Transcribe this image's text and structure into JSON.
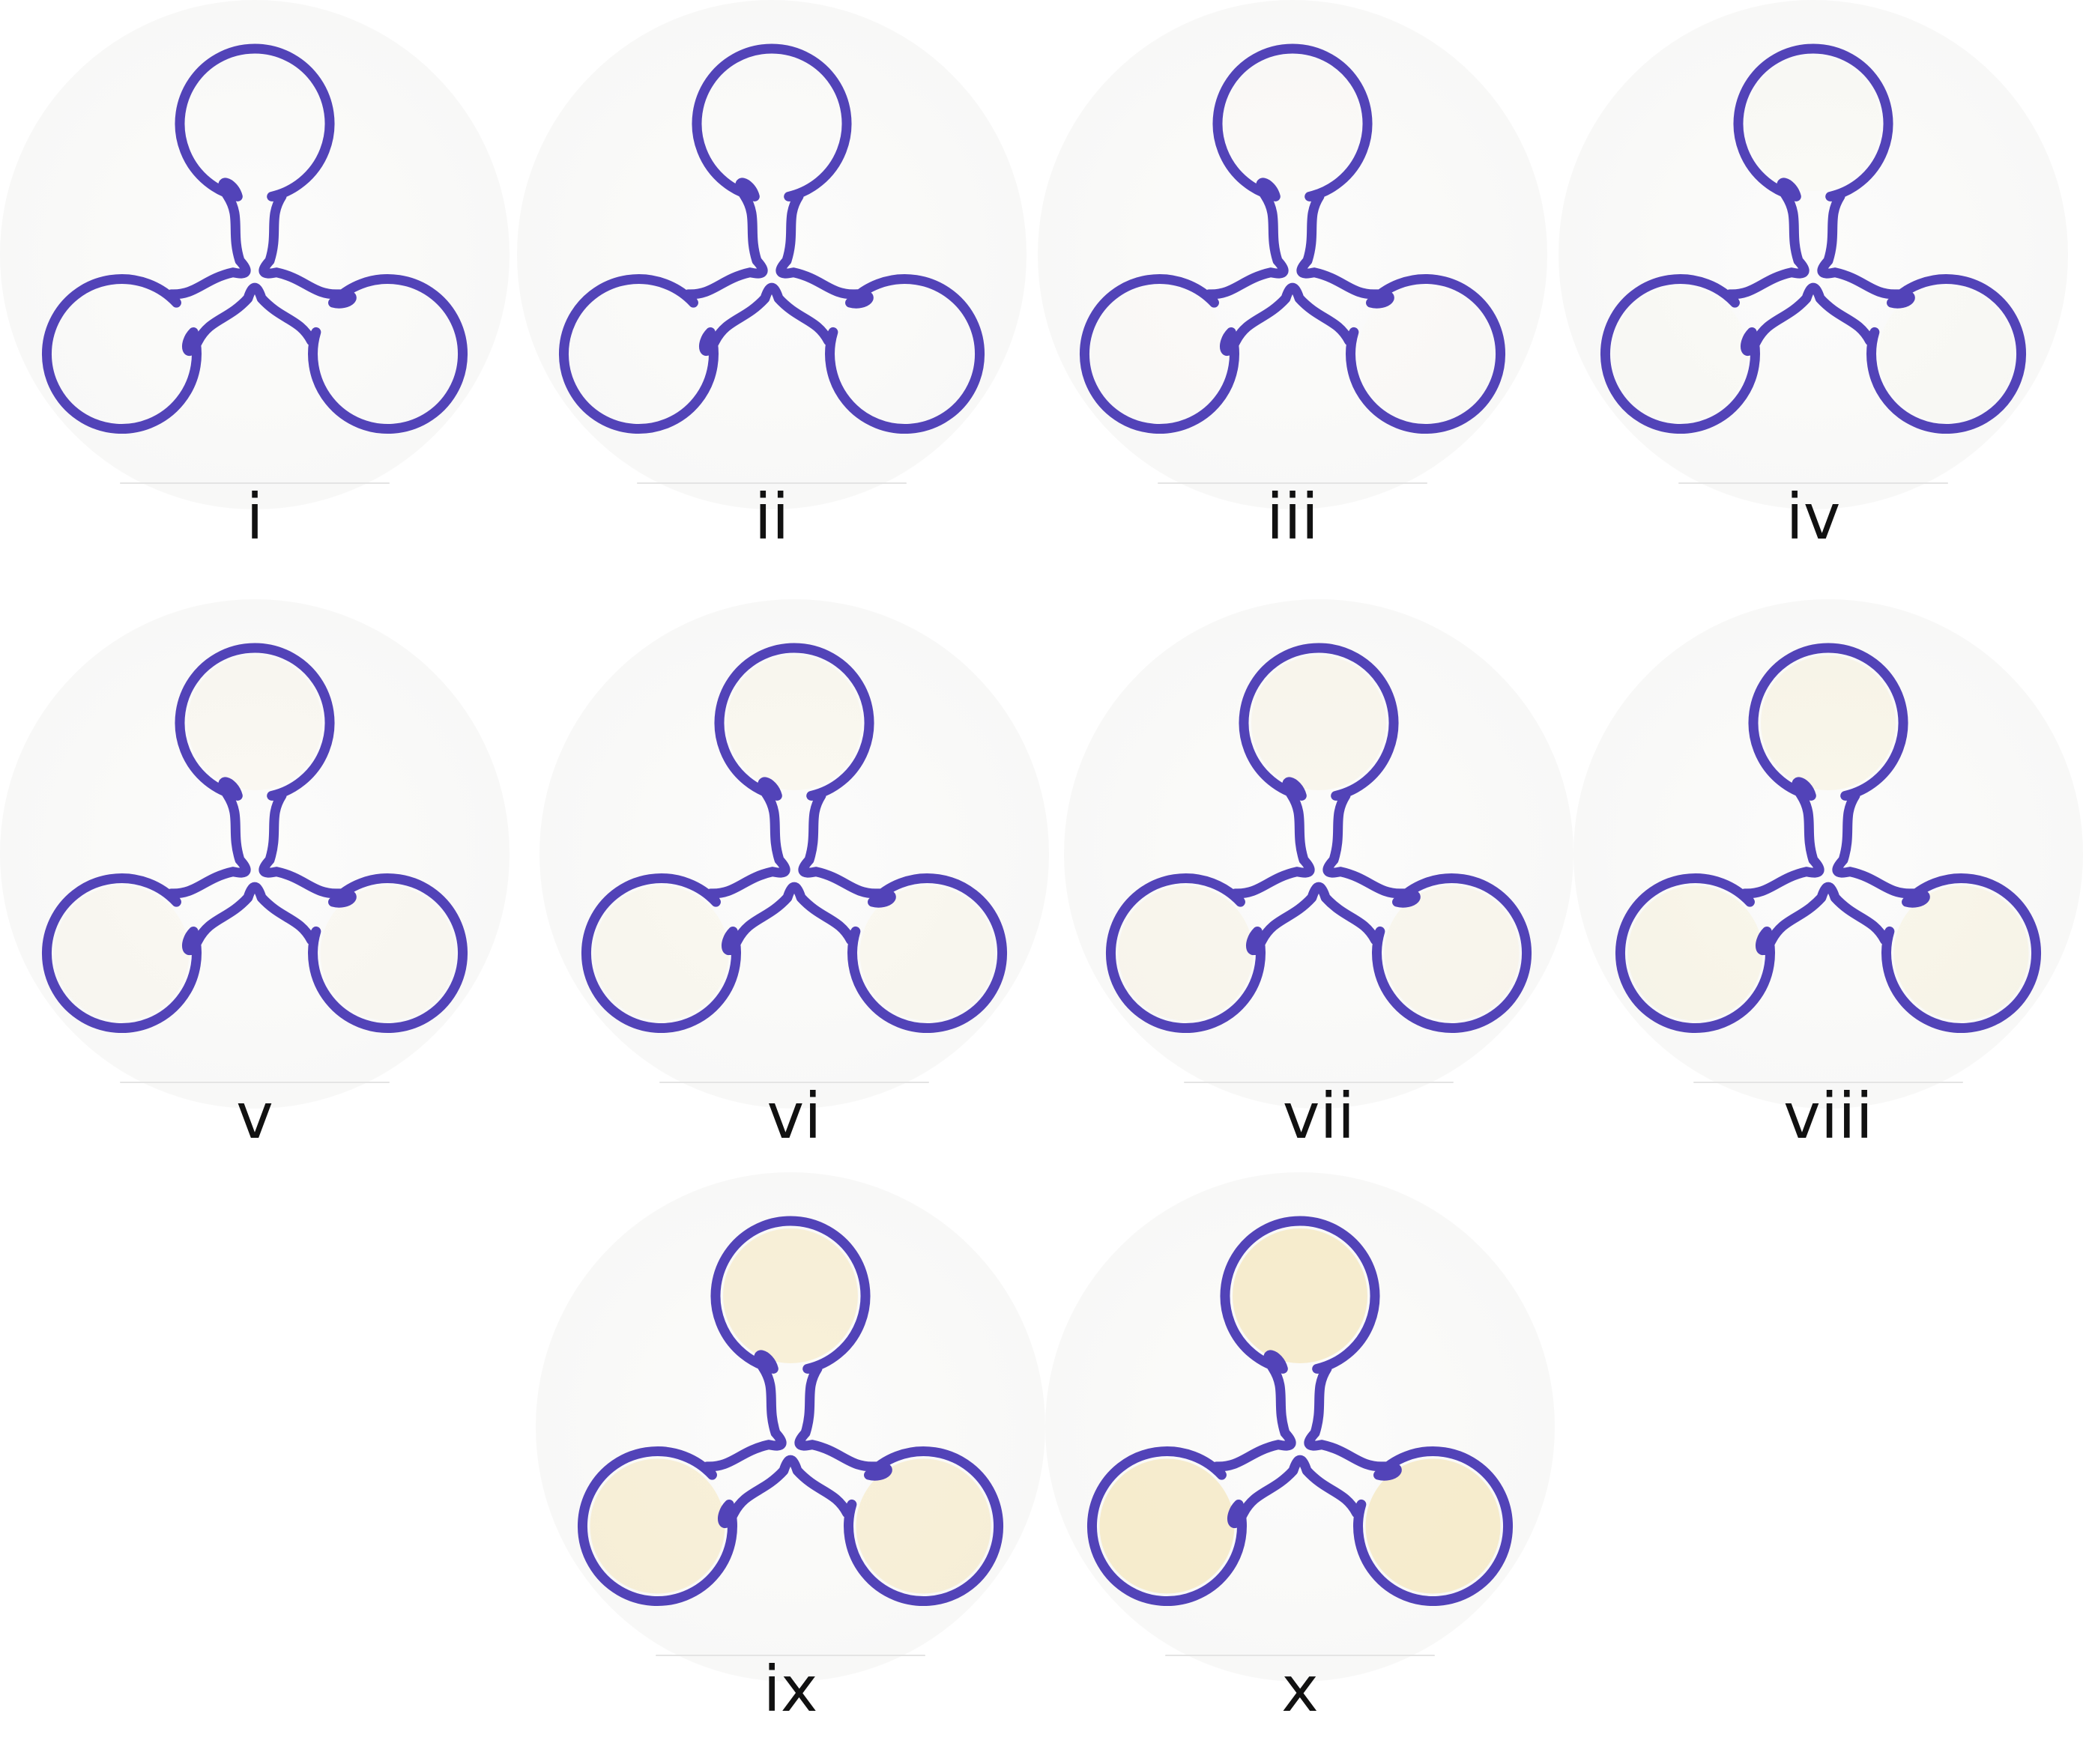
{
  "figure": {
    "outline_color": "#5243b8",
    "panels": [
      {
        "label": "i",
        "tint": 0.0
      },
      {
        "label": "ii",
        "tint": 0.0
      },
      {
        "label": "iii",
        "tint": 0.02
      },
      {
        "label": "iv",
        "tint": 0.05
      },
      {
        "label": "v",
        "tint": 0.1
      },
      {
        "label": "vi",
        "tint": 0.12
      },
      {
        "label": "vii",
        "tint": 0.16
      },
      {
        "label": "viii",
        "tint": 0.22
      },
      {
        "label": "ix",
        "tint": 0.45
      },
      {
        "label": "x",
        "tint": 0.6
      }
    ]
  }
}
